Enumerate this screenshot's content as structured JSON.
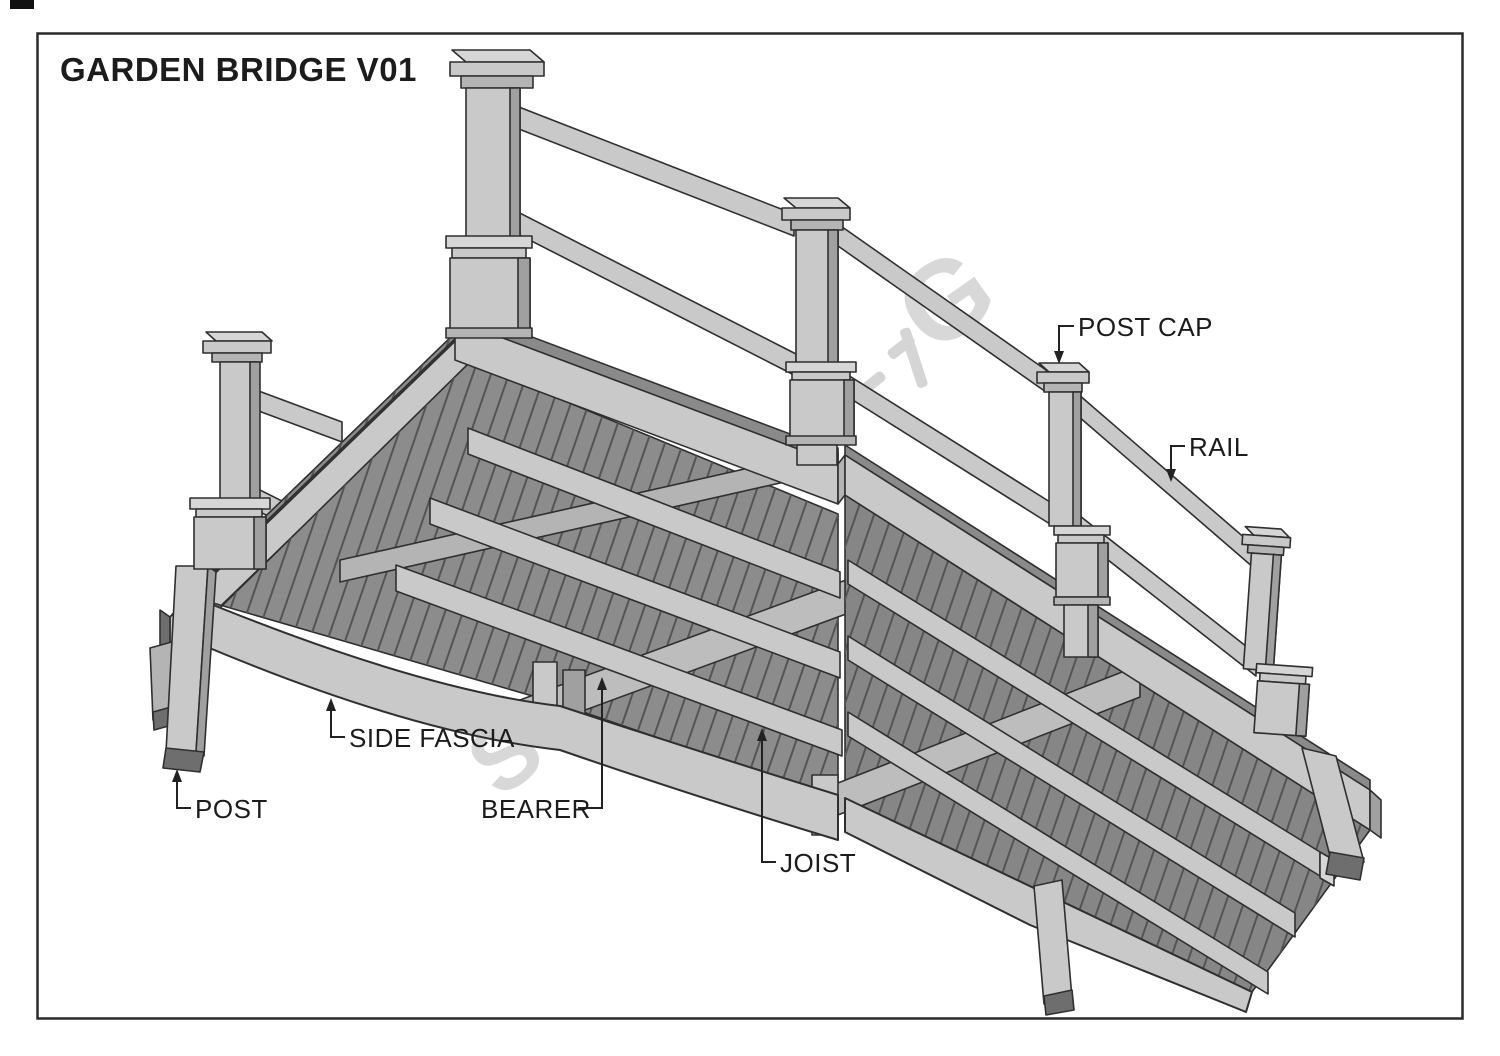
{
  "page": {
    "title": "GARDEN BRIDGE V01"
  },
  "labels": {
    "post_cap": "POST CAP",
    "rail": "RAIL",
    "side_fascia": "SIDE FASCIA",
    "post": "POST",
    "bearer": "BEARER",
    "joist": "JOIST"
  },
  "watermark": {
    "letter_1": "S",
    "letter_2": "G"
  },
  "colors": {
    "outline": "#2f2f2f",
    "wood_light": "#c9c9c9",
    "wood_shade": "#a0a0a0",
    "wood_dark_top": "#8a8a8a",
    "deck_underside": "#8c8c8c",
    "hatch_line": "#545454",
    "label_text": "#1c1c1c",
    "watermark_gray": "#d2d2d2",
    "border": "#2b2b2b"
  }
}
